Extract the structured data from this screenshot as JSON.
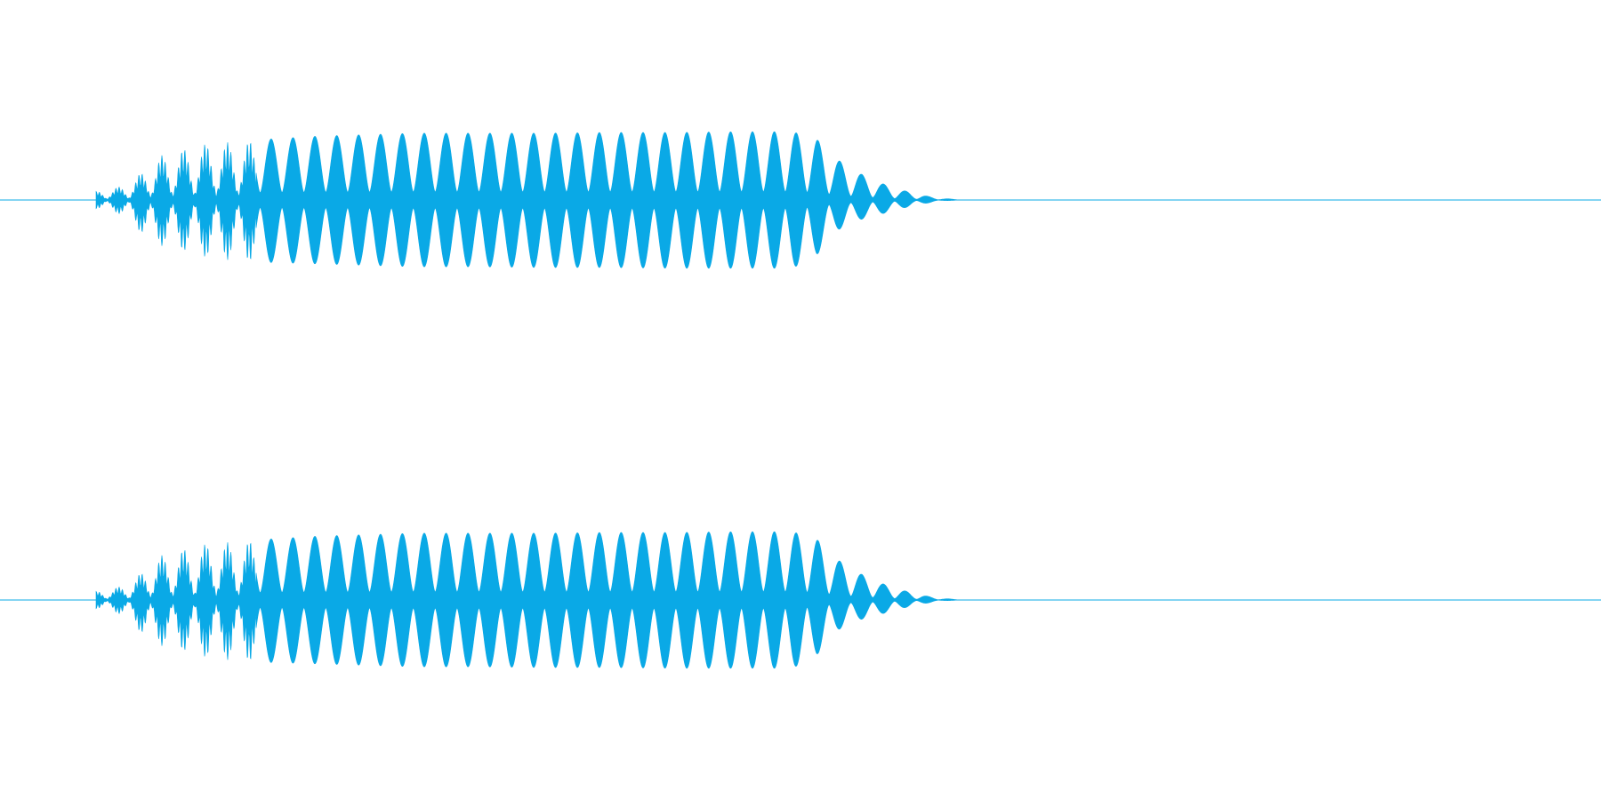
{
  "chart_data": {
    "type": "area",
    "title": "",
    "xlabel": "",
    "ylabel": "",
    "grid": false,
    "color": "#0aa9e6",
    "ylim": [
      -1,
      1
    ],
    "xlim": [
      0,
      1
    ],
    "series": [
      {
        "channel": 1,
        "envelope": {
          "x": [
            0.0,
            0.056,
            0.06,
            0.07,
            0.08,
            0.09,
            0.1,
            0.115,
            0.13,
            0.15,
            0.17,
            0.2,
            0.23,
            0.26,
            0.3,
            0.34,
            0.38,
            0.42,
            0.46,
            0.495,
            0.51,
            0.52,
            0.53,
            0.54,
            0.55,
            0.56,
            0.57,
            0.58,
            0.59,
            0.603,
            1.0
          ],
          "max": [
            0.0,
            0.0,
            0.12,
            0.16,
            0.22,
            0.42,
            0.62,
            0.72,
            0.8,
            0.82,
            0.86,
            0.9,
            0.92,
            0.94,
            0.94,
            0.94,
            0.95,
            0.95,
            0.96,
            0.96,
            0.86,
            0.62,
            0.46,
            0.34,
            0.24,
            0.16,
            0.1,
            0.05,
            0.02,
            0.0,
            0.0
          ],
          "min": [
            0.0,
            0.0,
            -0.12,
            -0.16,
            -0.24,
            -0.52,
            -0.64,
            -0.72,
            -0.82,
            -0.86,
            -0.88,
            -0.9,
            -0.92,
            -0.94,
            -0.94,
            -0.95,
            -0.95,
            -0.96,
            -0.96,
            -0.96,
            -0.78,
            -0.48,
            -0.32,
            -0.26,
            -0.2,
            -0.14,
            -0.08,
            -0.04,
            -0.01,
            0.0,
            0.0
          ]
        }
      },
      {
        "channel": 2,
        "envelope": {
          "x": [
            0.0,
            0.056,
            0.06,
            0.07,
            0.08,
            0.09,
            0.1,
            0.115,
            0.13,
            0.15,
            0.17,
            0.2,
            0.23,
            0.26,
            0.3,
            0.34,
            0.38,
            0.42,
            0.46,
            0.495,
            0.51,
            0.52,
            0.53,
            0.54,
            0.55,
            0.56,
            0.57,
            0.58,
            0.59,
            0.603,
            1.0
          ],
          "max": [
            0.0,
            0.0,
            0.12,
            0.16,
            0.22,
            0.42,
            0.62,
            0.72,
            0.8,
            0.82,
            0.86,
            0.9,
            0.92,
            0.94,
            0.94,
            0.94,
            0.95,
            0.95,
            0.96,
            0.96,
            0.86,
            0.62,
            0.46,
            0.34,
            0.24,
            0.16,
            0.1,
            0.05,
            0.02,
            0.0,
            0.0
          ],
          "min": [
            0.0,
            0.0,
            -0.12,
            -0.16,
            -0.24,
            -0.52,
            -0.64,
            -0.72,
            -0.82,
            -0.86,
            -0.88,
            -0.9,
            -0.92,
            -0.94,
            -0.94,
            -0.95,
            -0.95,
            -0.96,
            -0.96,
            -0.96,
            -0.78,
            -0.48,
            -0.32,
            -0.26,
            -0.2,
            -0.14,
            -0.08,
            -0.04,
            -0.01,
            0.0,
            0.0
          ]
        }
      }
    ]
  }
}
